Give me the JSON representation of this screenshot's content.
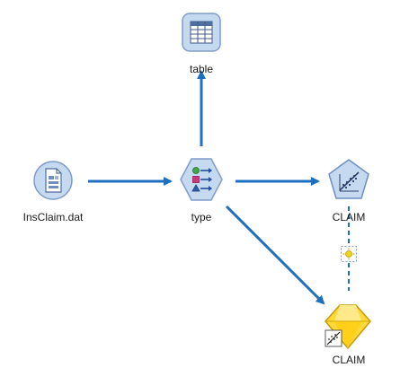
{
  "nodes": {
    "source": {
      "label": "InsClaim.dat",
      "icon": "variable-file-source-icon"
    },
    "type": {
      "label": "type",
      "icon": "type-node-icon"
    },
    "table": {
      "label": "table",
      "icon": "table-output-icon"
    },
    "model": {
      "label": "CLAIM",
      "icon": "modeling-node-icon"
    },
    "nugget": {
      "label": "CLAIM",
      "icon": "model-nugget-icon"
    }
  },
  "colors": {
    "link": "#1f6fbf",
    "node_fill": "#c9dcf2",
    "node_stroke": "#6d8fbf",
    "nugget_fill": "#ffd83a",
    "nugget_stroke": "#c79a00"
  }
}
